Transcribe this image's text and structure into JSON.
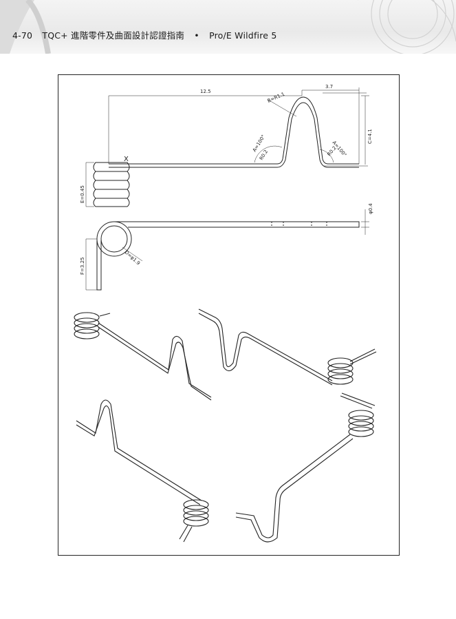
{
  "header": {
    "page_number": "4-70",
    "book_title": "TQC+ 進階零件及曲面設計認證指南",
    "bullet": "•",
    "software": "Pro/E Wildfire 5"
  },
  "drawing": {
    "dim_length": "12.5",
    "dim_width": "3.7",
    "dim_bend_radius": "B=R1.1",
    "dim_angle_left": "A=100°",
    "dim_angle_right": "A=100°",
    "dim_radius_left": "R0.2",
    "dim_radius_right": "R0.2",
    "dim_height": "C=4.1",
    "dim_pitch": "E=0.45",
    "dim_wire": "φ0.4",
    "dim_coil_dia": "D=φ1.9",
    "dim_leg": "F=3.25",
    "label_x": "X"
  },
  "colors": {
    "line": "#222222",
    "header_bg": "#ececec"
  }
}
